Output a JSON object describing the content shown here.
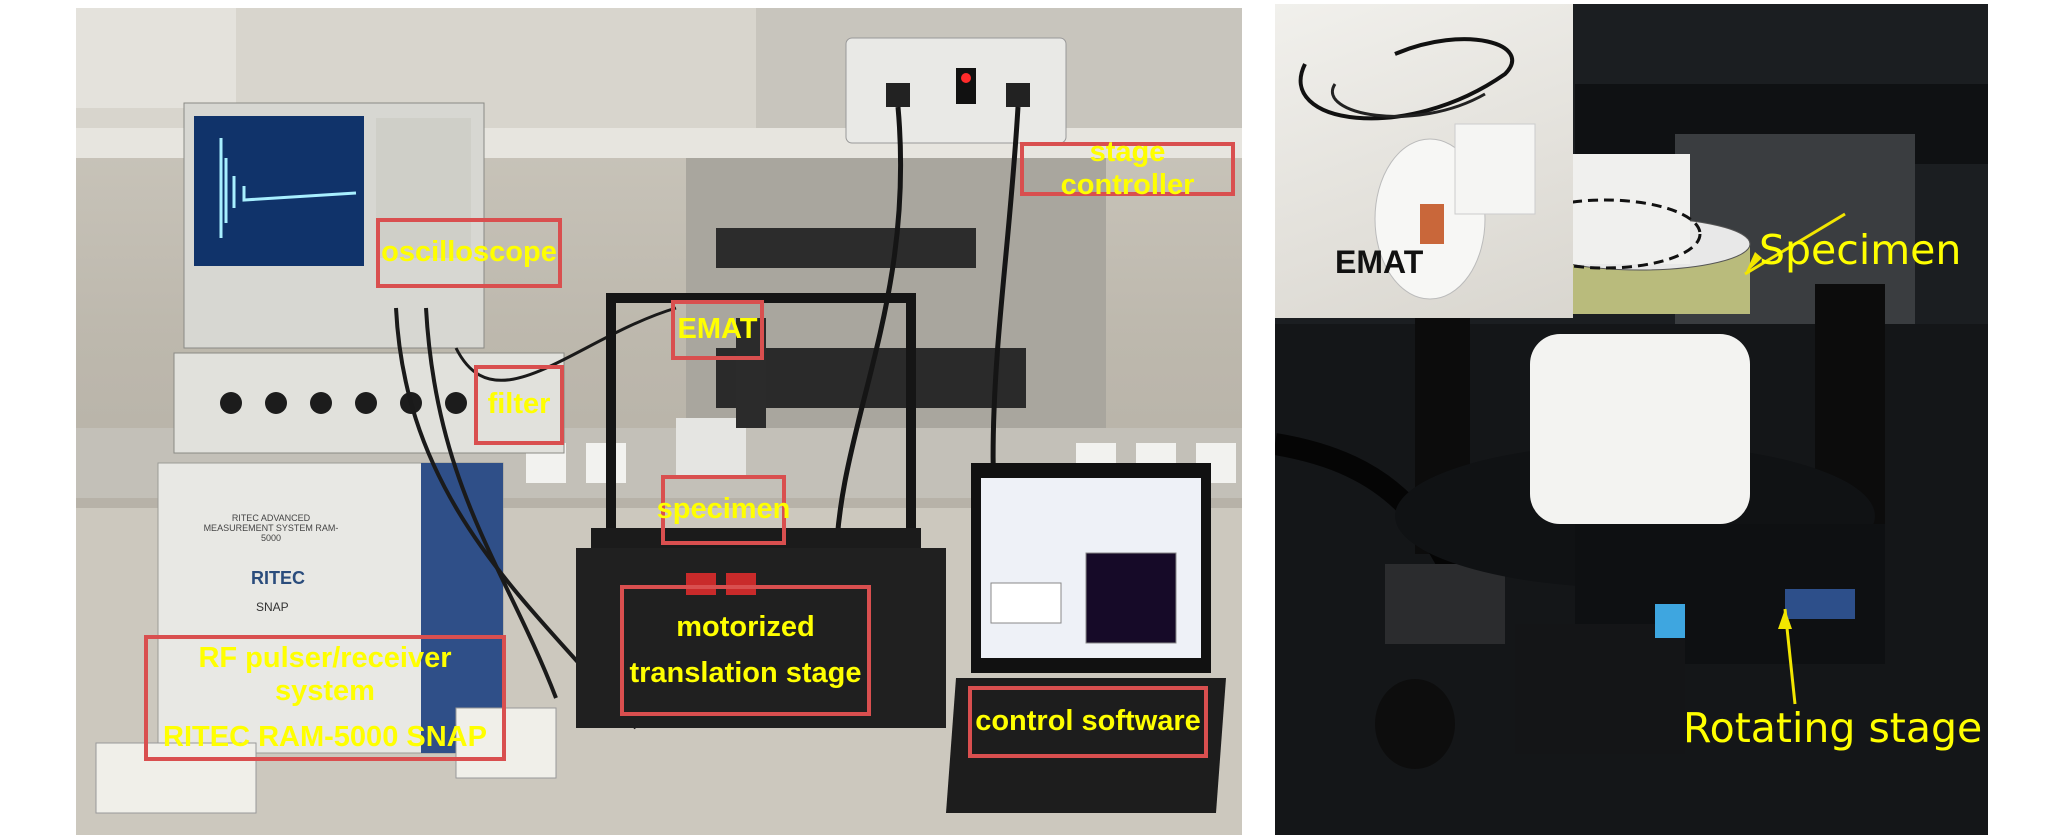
{
  "left_photo": {
    "labels": {
      "stage_controller": "stage controller",
      "oscilloscope": "oscilloscope",
      "emat": "EMAT",
      "filter": "filter",
      "specimen": "specimen",
      "motorized_line1": "motorized",
      "motorized_line2": "translation stage",
      "rf_line1": "RF pulser/receiver system",
      "rf_line2": "RITEC RAM-5000 SNAP",
      "control_software": "control software"
    },
    "device_text": {
      "ritec_name": "RITEC",
      "snap": "SNAP",
      "ritec_header": "RITEC ADVANCED MEASUREMENT SYSTEM RAM-5000"
    }
  },
  "right_photo": {
    "inset_label": "EMAT",
    "specimen_label": "Specimen",
    "rotating_stage_label": "Rotating stage"
  },
  "colors": {
    "label_text": "#ffff00",
    "label_box": "#d94f4f",
    "arrow": "#f2e600"
  }
}
